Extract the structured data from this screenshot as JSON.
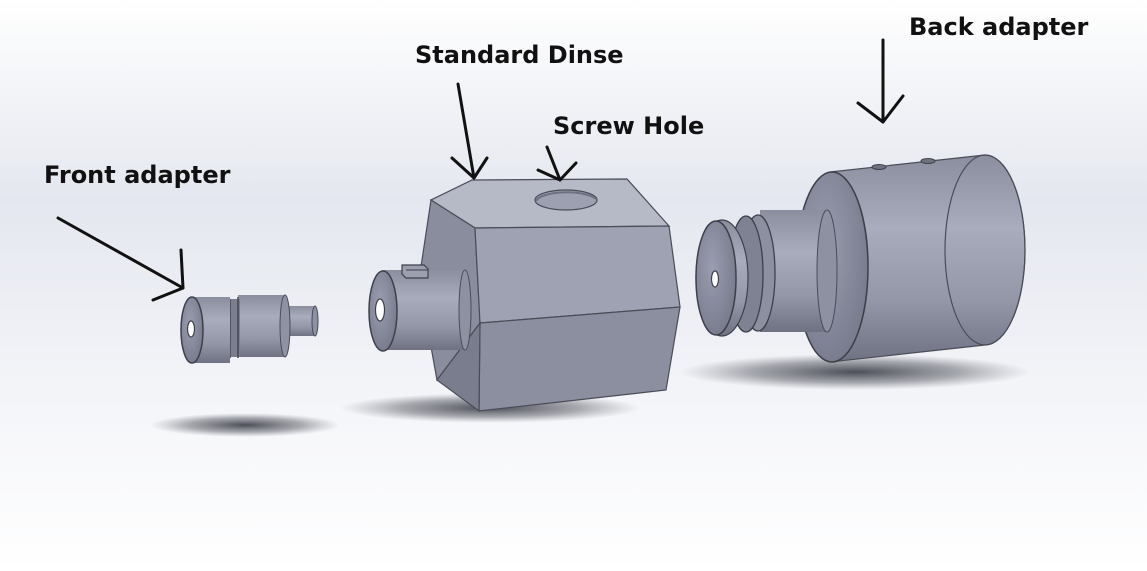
{
  "labels": {
    "front_adapter": "Front adapter",
    "standard_dinse": "Standard Dinse",
    "screw_hole": "Screw Hole",
    "back_adapter": "Back adapter"
  },
  "colors": {
    "part_light": "#a4a7b6",
    "part_mid": "#8f92a2",
    "part_dark": "#6e7181",
    "arrow": "#111111"
  }
}
